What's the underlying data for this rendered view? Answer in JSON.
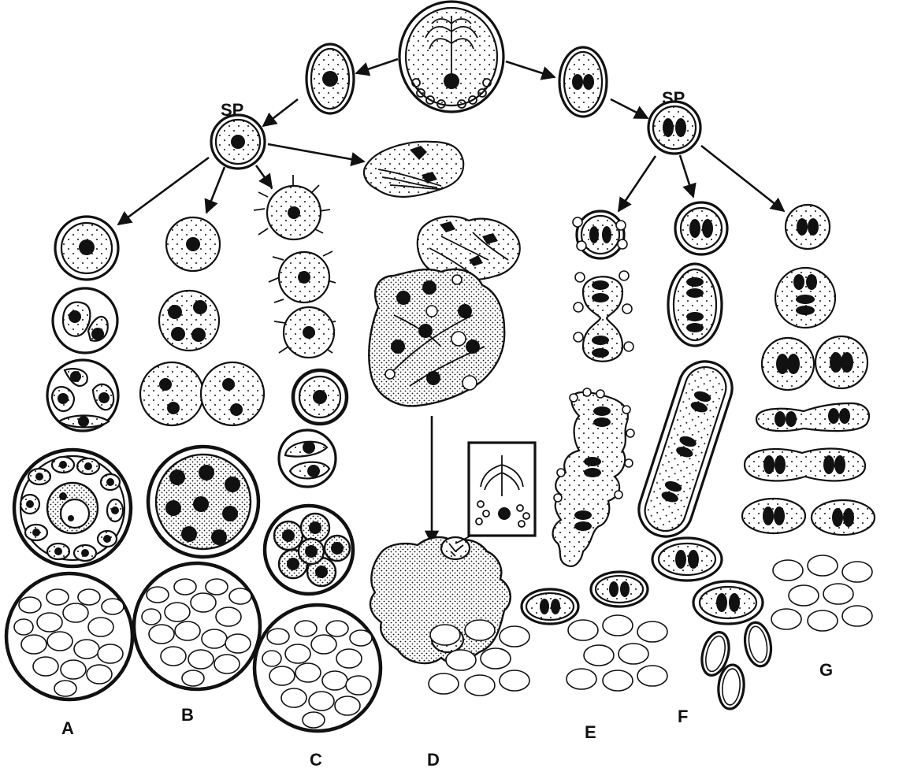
{
  "figure": {
    "sp_labels": [
      "SP",
      "SP"
    ],
    "panel_labels": [
      "A",
      "B",
      "C",
      "D",
      "E",
      "F",
      "G"
    ]
  }
}
